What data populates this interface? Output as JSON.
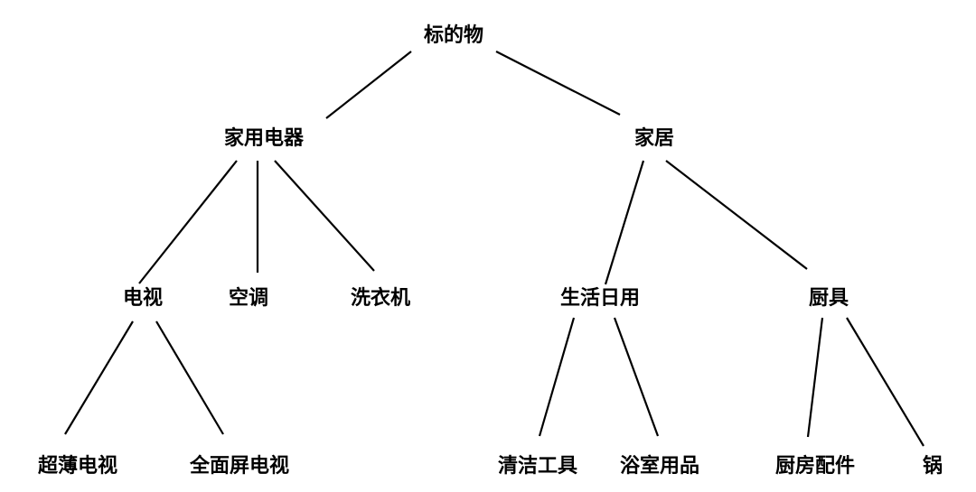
{
  "tree": {
    "root": {
      "label": "标的物",
      "children": [
        {
          "label": "家用电器",
          "children": [
            {
              "label": "电视",
              "children": [
                {
                  "label": "超薄电视"
                },
                {
                  "label": "全面屏电视"
                }
              ]
            },
            {
              "label": "空调"
            },
            {
              "label": "洗衣机"
            }
          ]
        },
        {
          "label": "家居",
          "children": [
            {
              "label": "生活日用",
              "children": [
                {
                  "label": "清洁工具"
                },
                {
                  "label": "浴室用品"
                }
              ]
            },
            {
              "label": "厨具",
              "children": [
                {
                  "label": "厨房配件"
                },
                {
                  "label": "锅"
                }
              ]
            }
          ]
        }
      ]
    }
  }
}
